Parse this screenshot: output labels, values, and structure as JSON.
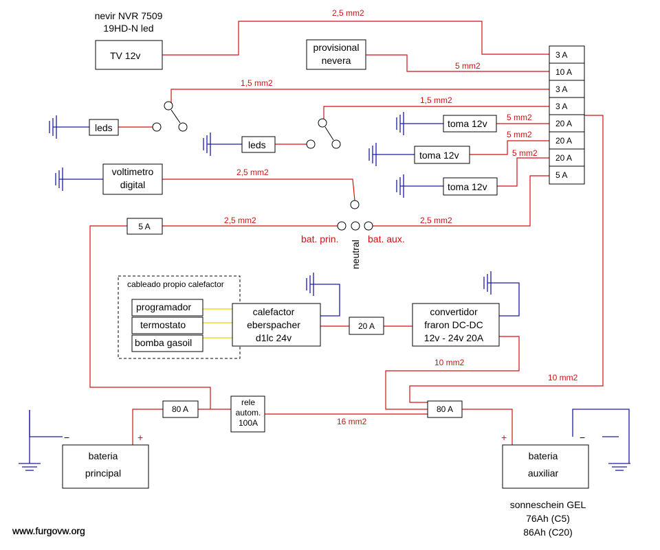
{
  "title": {
    "line1": "nevir NVR 7509",
    "line2": "19HD-N led"
  },
  "components": {
    "tv": "TV 12v",
    "nevera": {
      "line1": "provisional",
      "line2": "nevera"
    },
    "leds1": "leds",
    "leds2": "leds",
    "toma1": "toma 12v",
    "toma2": "toma 12v",
    "toma3": "toma 12v",
    "voltimetro": {
      "line1": "voltimetro",
      "line2": "digital"
    },
    "calefactor": {
      "line1": "calefactor",
      "line2": "eberspacher",
      "line3": "d1lc 24v"
    },
    "convertidor": {
      "line1": "convertidor",
      "line2": "fraron DC-DC",
      "line3": "12v - 24v  20A"
    },
    "rele": {
      "line1": "rele",
      "line2": "autom.",
      "line3": "100A"
    },
    "bateria_principal": {
      "line1": "bateria",
      "line2": "principal"
    },
    "bateria_auxiliar": {
      "line1": "bateria",
      "line2": "auxiliar"
    }
  },
  "calefactor_group": {
    "title": "cableado propio calefactor",
    "items": [
      "programador",
      "termostato",
      "bomba gasoil"
    ]
  },
  "fuse_block": [
    "3 A",
    "10 A",
    "3 A",
    "3 A",
    "20 A",
    "20 A",
    "20 A",
    "5 A"
  ],
  "fuses": {
    "f5a": "5 A",
    "f20a": "20 A",
    "f80a_left": "80 A",
    "f80a_right": "80 A"
  },
  "wire_labels": {
    "tv": "2,5 mm2",
    "nevera": "5 mm2",
    "leds1": "1,5 mm2",
    "leds2": "1,5 mm2",
    "toma1": "5 mm2",
    "toma2": "5 mm2",
    "toma3": "5 mm2",
    "voltimetro": "2,5 mm2",
    "bat_left": "2,5 mm2",
    "bat_right": "2,5 mm2",
    "convertidor": "10 mm2",
    "fuse_block": "10 mm2",
    "rele": "16 mm2"
  },
  "selector": {
    "bat_prin": "bat. prin.",
    "bat_aux": "bat. aux.",
    "neutral": "neutral"
  },
  "polarity": {
    "minus": "−",
    "plus": "+"
  },
  "battery_spec": {
    "line1": "sonneschein GEL",
    "line2": "76Ah (C5)",
    "line3": "86Ah (C20)"
  },
  "footer": "www.furgovw.org"
}
